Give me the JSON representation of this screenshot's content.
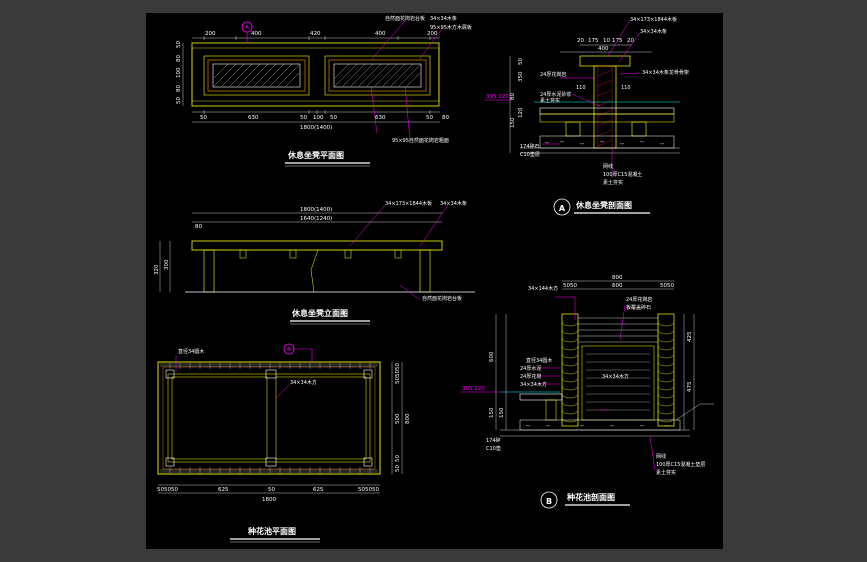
{
  "colors": {
    "background": "#3a3a3a",
    "sheet": "#000000",
    "outline": "#ffff00",
    "annotation": "#ff00ff",
    "text": "#ffffff",
    "cyan": "#00ffff",
    "orange": "#ff9900",
    "red": "#ff3333"
  },
  "views": {
    "bench_plan": {
      "title": "休息坐凳平面图",
      "marker": "A",
      "top_dims": [
        "200",
        "400",
        "420",
        "400",
        "200"
      ],
      "left_dims": [
        "50",
        "80",
        "100",
        "80",
        "50"
      ],
      "bottom_dims": [
        "50",
        "630",
        "50",
        "100",
        "50",
        "630",
        "50",
        "80"
      ],
      "overall": "1800(1400)",
      "notes": [
        "自然面花岗岩台板",
        "34×34木条",
        "95×95木方木屑板",
        "95×95自然面花岗岩粗面"
      ]
    },
    "bench_section": {
      "title": "休息坐凳剖面图",
      "marker": "A",
      "top_dims": [
        "20",
        "175",
        "10",
        "175",
        "20"
      ],
      "overall": "400",
      "side_dims": [
        "50",
        "350",
        "80",
        "120",
        "150"
      ],
      "level": "395.220",
      "notes": [
        "34×173×1844木板",
        "34×34木条",
        "24厚花岗岩",
        "34×34木条龙骨骨架",
        "110",
        "110",
        "24厚水泥砂浆",
        "素土夯实",
        "174碎石",
        "C10垫层",
        "网线",
        "100厚C15混凝土",
        "素土夯实"
      ]
    },
    "bench_elevation": {
      "title": "休息坐凳立面图",
      "top_dims": [
        "1800(1400)",
        "1640(1240)"
      ],
      "left_dims": [
        "80",
        "320",
        "300"
      ],
      "notes": [
        "34×173×1844木板",
        "34×34木条",
        "自然面花岗岩台板"
      ]
    },
    "planter_plan": {
      "title": "种花池平面图",
      "marker": "B",
      "bottom_dims": [
        "50",
        "50",
        "50",
        "625",
        "50",
        "625",
        "50",
        "50",
        "50"
      ],
      "overall": "1800",
      "right_dims": [
        "50",
        "50",
        "50",
        "800",
        "500",
        "50",
        "50"
      ],
      "notes": [
        "直径34圆木",
        "34×34木方"
      ]
    },
    "planter_section": {
      "title": "种花池剖面图",
      "marker": "B",
      "top_dims": [
        "800",
        "5050",
        "600",
        "5050"
      ],
      "left_dims": [
        "600",
        "150",
        "150"
      ],
      "right_dims": [
        "425",
        "475"
      ],
      "level": "395.220",
      "notes": [
        "34×144木方",
        "24厚花岗岩",
        "板覆盖碎石",
        "直径34圆木",
        "24厚水泥",
        "24厚花岗",
        "34×34木方",
        "34×34木方",
        "174碎",
        "C10垫",
        "网线",
        "100厚C15混凝土垫层",
        "素土夯实"
      ]
    }
  }
}
